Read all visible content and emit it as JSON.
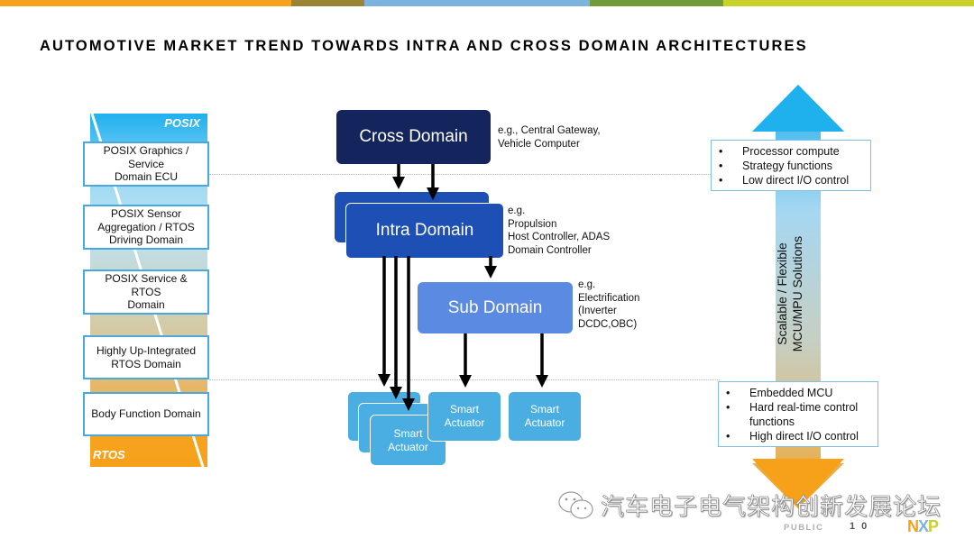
{
  "slide": {
    "title": "AUTOMOTIVE MARKET TREND TOWARDS INTRA AND CROSS DOMAIN ARCHITECTURES",
    "topbar_colors": [
      "#f7a21c",
      "#9a8536",
      "#7db4dd",
      "#739a3c",
      "#c8d22a"
    ]
  },
  "left_column": {
    "top_label": "POSIX",
    "bottom_label": "RTOS",
    "items": [
      {
        "label": "POSIX Graphics /\nService\nDomain ECU"
      },
      {
        "label": "POSIX Sensor\nAggregation / RTOS\nDriving Domain"
      },
      {
        "label": "POSIX Service &\nRTOS\nDomain"
      },
      {
        "label": "Highly Up-Integrated\nRTOS Domain"
      },
      {
        "label": "Body Function Domain"
      }
    ]
  },
  "center": {
    "cross_domain": {
      "label": "Cross Domain",
      "note": "e.g., Central Gateway,\nVehicle Computer"
    },
    "intra_domain": {
      "label": "Intra Domain",
      "note": "e.g.\nPropulsion\nHost Controller, ADAS\nDomain Controller"
    },
    "sub_domain": {
      "label": "Sub Domain",
      "note": "e.g.\nElectrification\n(Inverter\nDCDC,OBC)"
    },
    "actuators": [
      {
        "label": "Smart\nActuator"
      },
      {
        "label": "Smart\nActuator"
      },
      {
        "label": "Smart\nActuator"
      }
    ]
  },
  "right_column": {
    "top_box": {
      "bullets": [
        "Processor compute",
        "Strategy functions",
        "Low direct I/O control"
      ]
    },
    "arrow_label": "Scalable / Flexible\nMCU/MPU Solutions",
    "bottom_box": {
      "bullets": [
        "Embedded MCU",
        "Hard real-time control functions",
        "High direct I/O control"
      ]
    },
    "bullet_glyph": "•"
  },
  "footer": {
    "watermark": "汽车电子电气架构创新发展论坛",
    "classification": "PUBLIC",
    "page_number": "1 0",
    "logo": {
      "n": "N",
      "x": "X",
      "p": "P",
      "colors": [
        "#f7a21c",
        "#7db4dd",
        "#c8d22a"
      ]
    }
  }
}
